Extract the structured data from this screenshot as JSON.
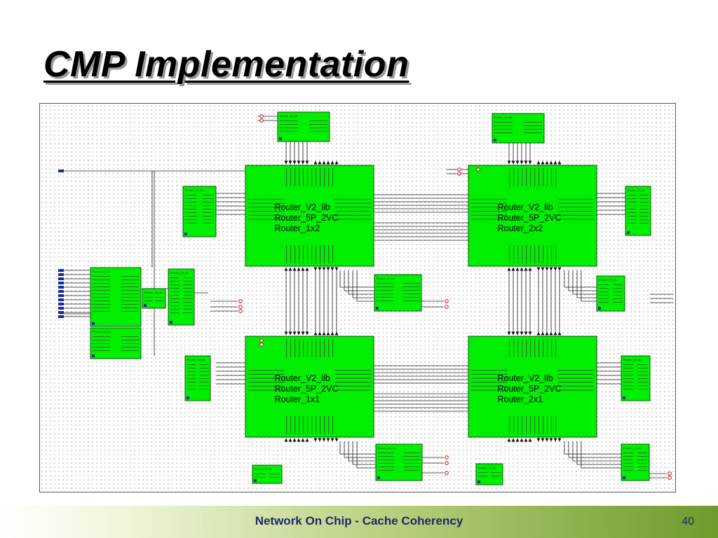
{
  "slide": {
    "title": "CMP Implementation",
    "footer": "Network On Chip - Cache Coherency",
    "page_number": "40"
  },
  "colors": {
    "block_fill": "#00ee00",
    "block_border": "#0a5a0a",
    "wire": "#222222",
    "bus_port": "#1b2a9a",
    "end_port": "#cc1111",
    "grid": "#c9c9c9"
  },
  "diagram": {
    "routers": [
      {
        "id": "r1x2",
        "lines": [
          "Router_V2_lib",
          "Router_5P_2VC",
          "Router_1x2"
        ]
      },
      {
        "id": "r2x2",
        "lines": [
          "Router_V2_lib",
          "Router_5P_2VC",
          "Router_2x2"
        ]
      },
      {
        "id": "r1x1",
        "lines": [
          "Router_V2_lib",
          "Router_5P_2VC",
          "Router_1x1"
        ]
      },
      {
        "id": "r2x1",
        "lines": [
          "Router_V2_lib",
          "Router_5P_2VC",
          "Router_2x1"
        ]
      }
    ],
    "modules": [
      {
        "id": "m-top-left",
        "label": "Router_V2_lib"
      },
      {
        "id": "m-top-right",
        "label": "Router_V2_lib"
      },
      {
        "id": "m-left-1x2",
        "label": "Router_V2_lib"
      },
      {
        "id": "m-right-2x2",
        "label": "Router_V2_lib"
      },
      {
        "id": "m-cpu-1",
        "label": "Router_V2_lib"
      },
      {
        "id": "m-cpu-2",
        "label": "Router_V2_lib"
      },
      {
        "id": "m-io",
        "label": "Router_V2_lib"
      },
      {
        "id": "m-io-2",
        "label": "Router_V2_lib"
      },
      {
        "id": "m-mid",
        "label": "Router_V2_lib"
      },
      {
        "id": "m-mid-right",
        "label": "Router_V2_lib"
      },
      {
        "id": "m-left-1x1",
        "label": "Router_V2_lib"
      },
      {
        "id": "m-right-2x1",
        "label": "Router_V2_lib"
      },
      {
        "id": "m-bot-mid",
        "label": "Router_V2_lib"
      },
      {
        "id": "m-bot-left",
        "label": "Router_V2_lib"
      },
      {
        "id": "m-bot-right-a",
        "label": "Router_V2_lib"
      },
      {
        "id": "m-bot-right-b",
        "label": "Router_V2_lib"
      }
    ]
  }
}
